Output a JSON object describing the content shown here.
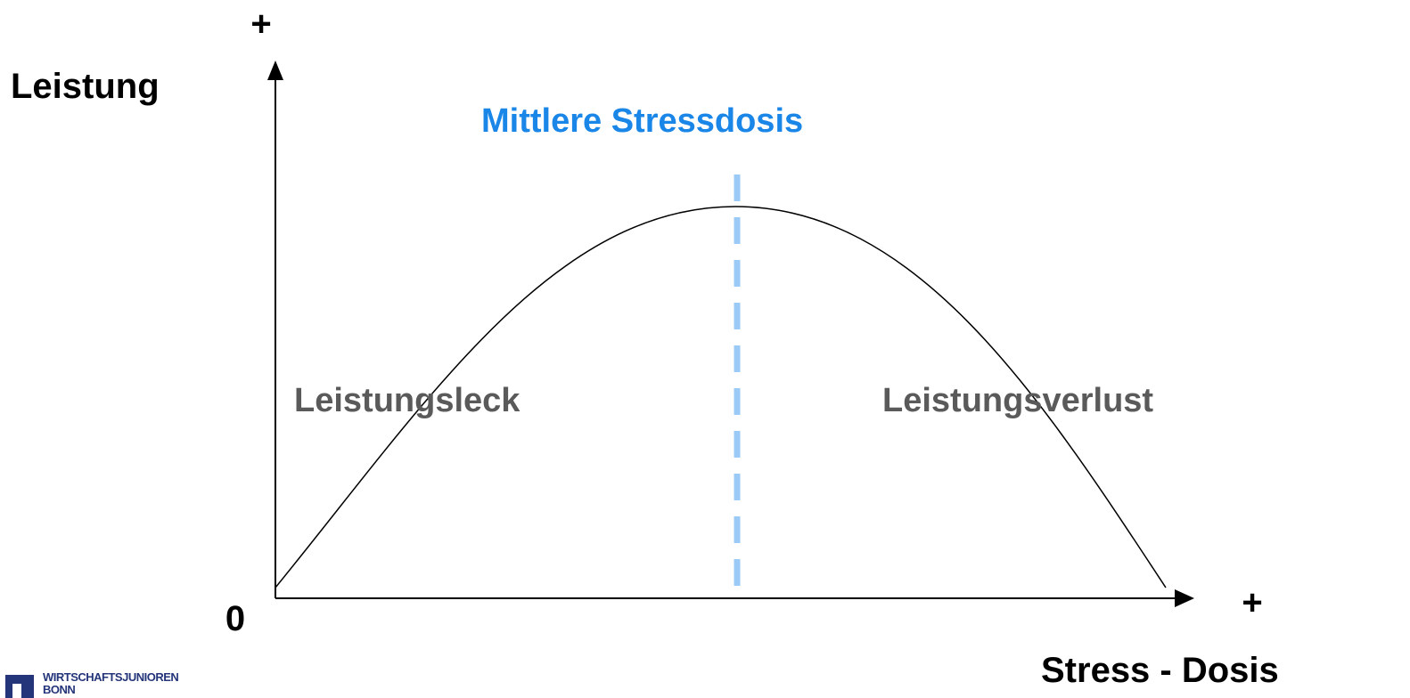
{
  "y_axis": {
    "label": "Leistung",
    "plus_sign": "+"
  },
  "x_axis": {
    "label": "Stress - Dosis",
    "plus_sign": "+"
  },
  "origin_label": "0",
  "peak_label": "Mittlere Stressdosis",
  "regions": {
    "left": "Leistungsleck",
    "right": "Leistungsverlust"
  },
  "logo": {
    "line1": "WIRTSCHAFTSJUNIOREN",
    "line2": "BONN"
  },
  "colors": {
    "axis": "#000000",
    "curve": "#000000",
    "peak_label": "#1a86e8",
    "peak_line": "#9ccaf7",
    "region_text": "#5a5a5a",
    "axis_text": "#000000",
    "logo": "#24357a"
  }
}
